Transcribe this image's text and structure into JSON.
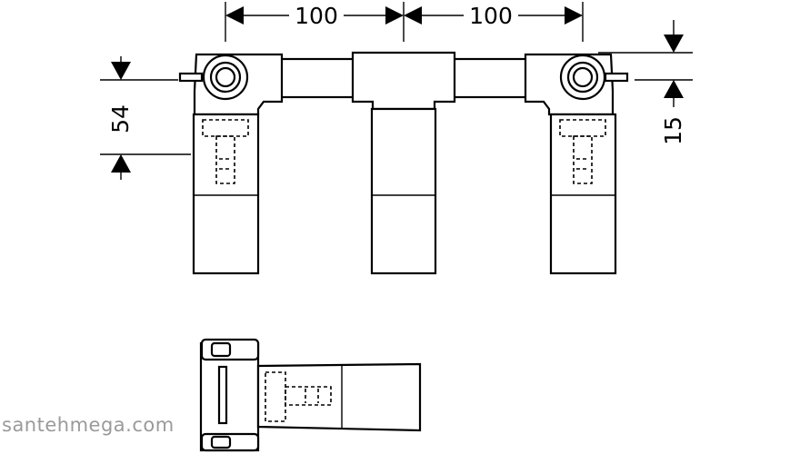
{
  "dimensions": {
    "spacing_left": "100",
    "spacing_right": "100",
    "height_left": "54",
    "height_right": "15"
  },
  "watermark": "santehmega.com"
}
